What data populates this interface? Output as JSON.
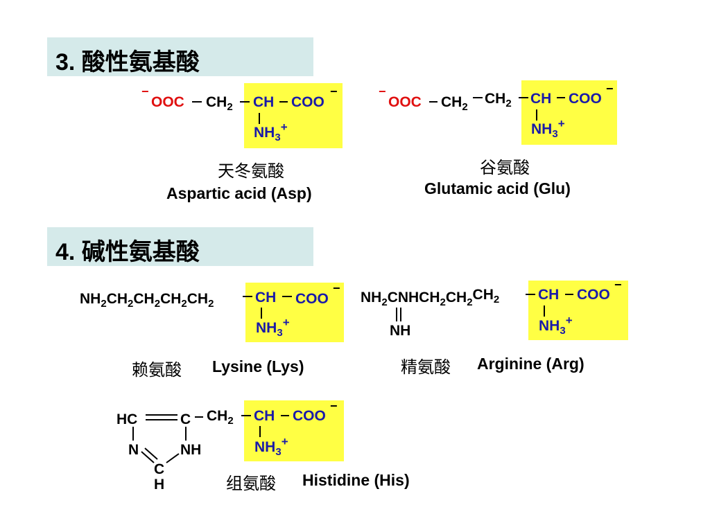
{
  "sections": {
    "acidic": {
      "title": "3. 酸性氨基酸"
    },
    "basic": {
      "title": "4. 碱性氨基酸"
    }
  },
  "asp": {
    "charge_minus": "−",
    "ooc": "OOC",
    "dash": "−",
    "ch2": "CH",
    "two": "2",
    "ch": "CH",
    "coo": "COO",
    "minus": "−",
    "nh": "NH",
    "three": "3",
    "plus": "+",
    "cn_name": "天冬氨酸",
    "en_name": "Aspartic acid  (Asp)"
  },
  "glu": {
    "charge_minus": "−",
    "ooc": "OOC",
    "dash": "−",
    "ch2a": "CH",
    "two_a": "2",
    "ch2b": "CH",
    "two_b": "2",
    "ch": "CH",
    "coo": "COO",
    "minus": "−",
    "nh": "NH",
    "three": "3",
    "plus": "+",
    "cn_name": "谷氨酸",
    "en_name": "Glutamic acid (Glu)"
  },
  "lys": {
    "chain": [
      "NH",
      "2",
      "CH",
      "2",
      "CH",
      "2",
      "CH",
      "2",
      "CH",
      "2"
    ],
    "ch": "CH",
    "coo": "COO",
    "minus": "−",
    "nh": "NH",
    "three": "3",
    "plus": "+",
    "cn_name": "赖氨酸",
    "en_name": "Lysine (Lys)"
  },
  "arg": {
    "chain": [
      "NH",
      "2",
      "CNHCH",
      "2",
      "CH",
      "2",
      "CH",
      "2"
    ],
    "imine": "NH",
    "ch": "CH",
    "coo": "COO",
    "minus": "−",
    "nh": "NH",
    "three": "3",
    "plus": "+",
    "cn_name": "精氨酸",
    "en_name": "Arginine (Arg)"
  },
  "his": {
    "hc": "HC",
    "c": "C",
    "n": "N",
    "nh_ring": "NH",
    "c_bottom": "C",
    "h_bottom": "H",
    "ch2": "CH",
    "two": "2",
    "ch": "CH",
    "coo": "COO",
    "minus": "−",
    "nh": "NH",
    "three": "3",
    "plus": "+",
    "cn_name": "组氨酸",
    "en_name": "Histidine (His)"
  }
}
